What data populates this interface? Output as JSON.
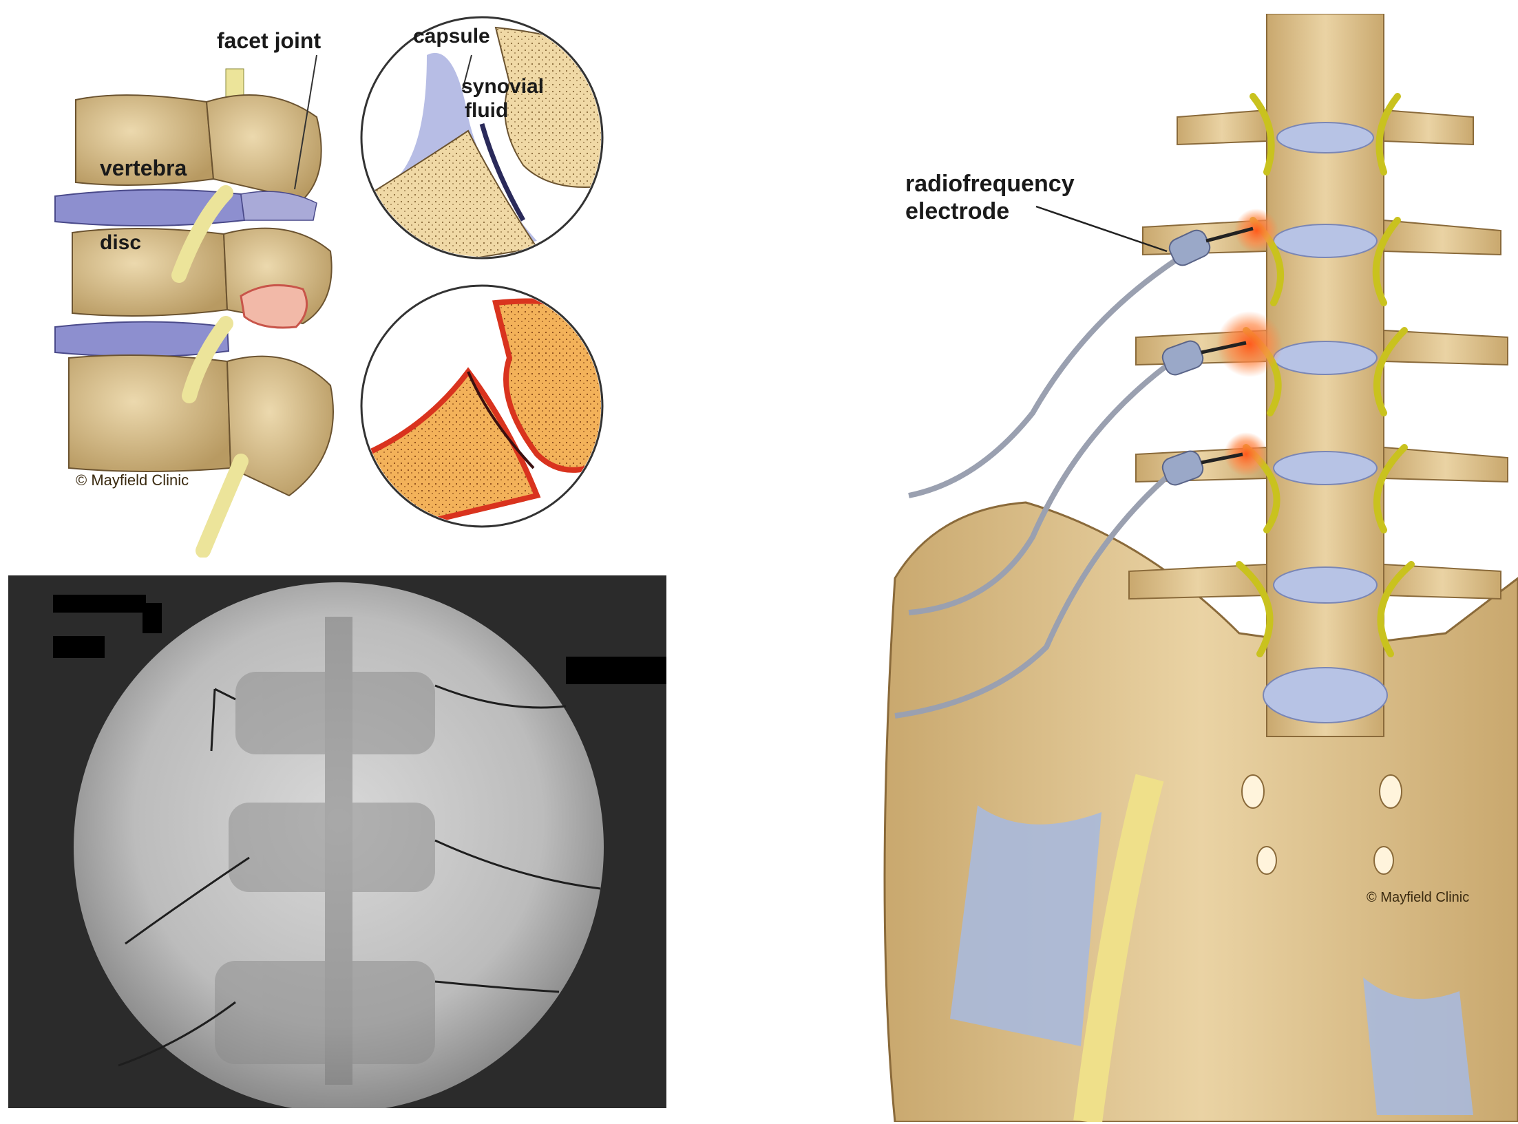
{
  "facet_diagram": {
    "labels": {
      "facet_joint": "facet joint",
      "capsule": "capsule",
      "synovial_line1": "synovial",
      "synovial_line2": "fluid",
      "vertebra": "vertebra",
      "disc": "disc",
      "credit": "© Mayfield Clinic"
    }
  },
  "xray": {},
  "rf_diagram": {
    "labels": {
      "electrode_line1": "radiofrequency",
      "electrode_line2": "electrode",
      "credit": "© Mayfield Clinic"
    }
  },
  "colors": {
    "bone": "#d9c08e",
    "bone_dark": "#a88a55",
    "disc": "#8d8fcf",
    "nerve": "#e8e08a",
    "nerve_green": "#c9c21e",
    "inflamed": "#e8432a",
    "ligament": "#a9b9dc",
    "xray_bg": "#2b2b2b"
  }
}
